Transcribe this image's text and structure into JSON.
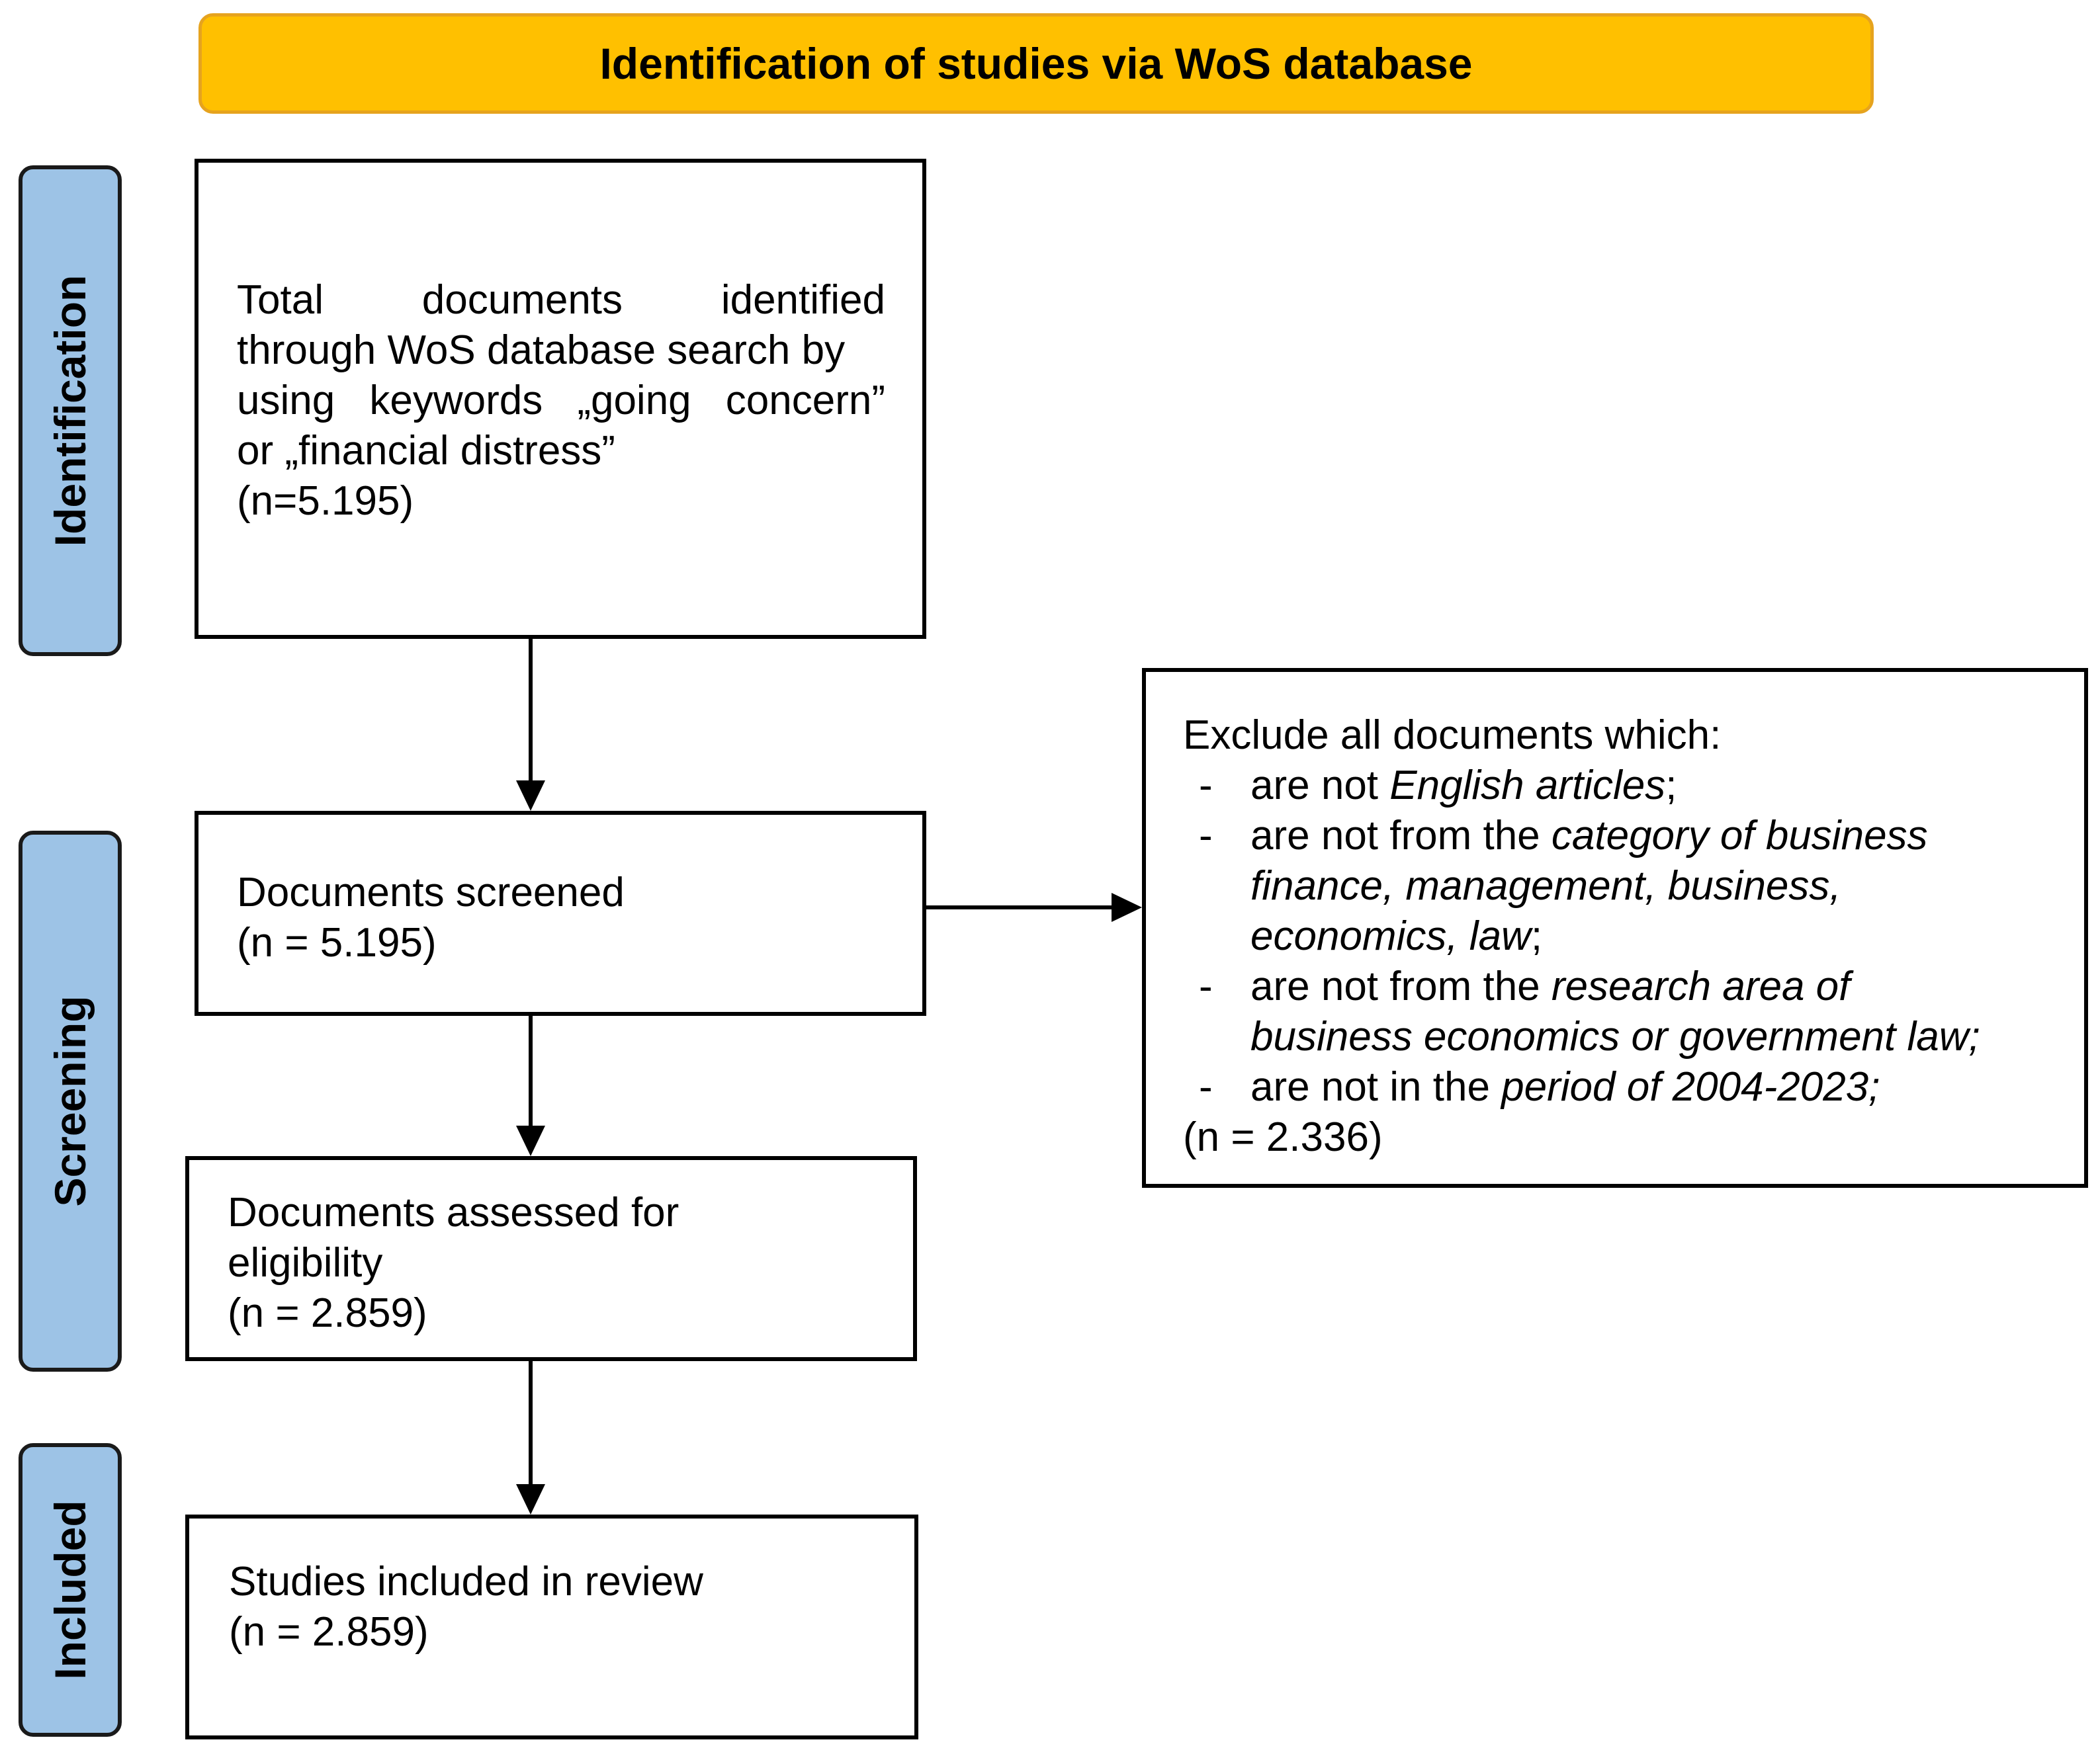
{
  "header": {
    "title": "Identification of studies via WoS database"
  },
  "stages": {
    "identification": "Identification",
    "screening": "Screening",
    "included": "Included"
  },
  "boxes": {
    "identified": {
      "lines": [
        "Total documents identified",
        "through WoS database search by",
        "using keywords „going concern”",
        "or „financial distress”",
        "(n=5.195)"
      ]
    },
    "screened": {
      "lines": [
        "Documents screened",
        "(n = 5.195)"
      ]
    },
    "eligibility": {
      "lines": [
        "Documents assessed for",
        "eligibility",
        "(n = 2.859)"
      ]
    },
    "included": {
      "lines": [
        "Studies included in review",
        "(n = 2.859)"
      ]
    },
    "exclusion": {
      "intro": "Exclude all documents which:",
      "dash": "-",
      "items": [
        {
          "plain": "are not ",
          "italic": "English articles",
          "tail": ";"
        },
        {
          "plain": "are not from the ",
          "italic": "category of business",
          "cont": "finance, management, business,",
          "cont2": "economics, law",
          "tail": ";"
        },
        {
          "plain": "are not from the ",
          "italic": "research area of",
          "cont": "business economics or government law;"
        },
        {
          "plain": "are not in the ",
          "italic": "period of 2004-2023;"
        }
      ],
      "count": "(n = 2.336)"
    }
  },
  "colors": {
    "header_fill": "#FFC000",
    "header_border": "#E6A31E",
    "stage_fill": "#9DC3E6"
  }
}
